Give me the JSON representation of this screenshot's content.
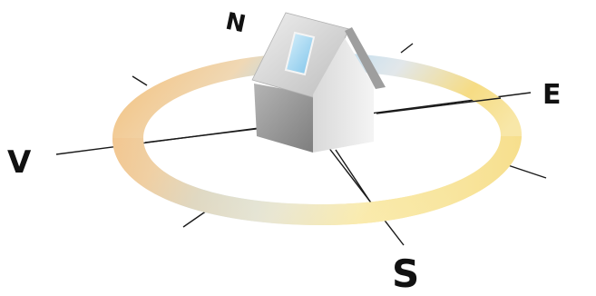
{
  "compass": {
    "north": "N",
    "east": "E",
    "south": "S",
    "west": "V"
  },
  "colors": {
    "ring_north": "#b8dcf2",
    "ring_east": "#f6dc84",
    "ring_south": "#fbf0bc",
    "ring_west": "#f4bf78",
    "ring_northeast": "#e2e7ea",
    "house_wall_light": "#ededed",
    "house_wall_dark": "#8e8e8e",
    "house_roof": "#d6d6d6",
    "skylight": "#9fd3f0",
    "lines": "#1a1a1a"
  }
}
